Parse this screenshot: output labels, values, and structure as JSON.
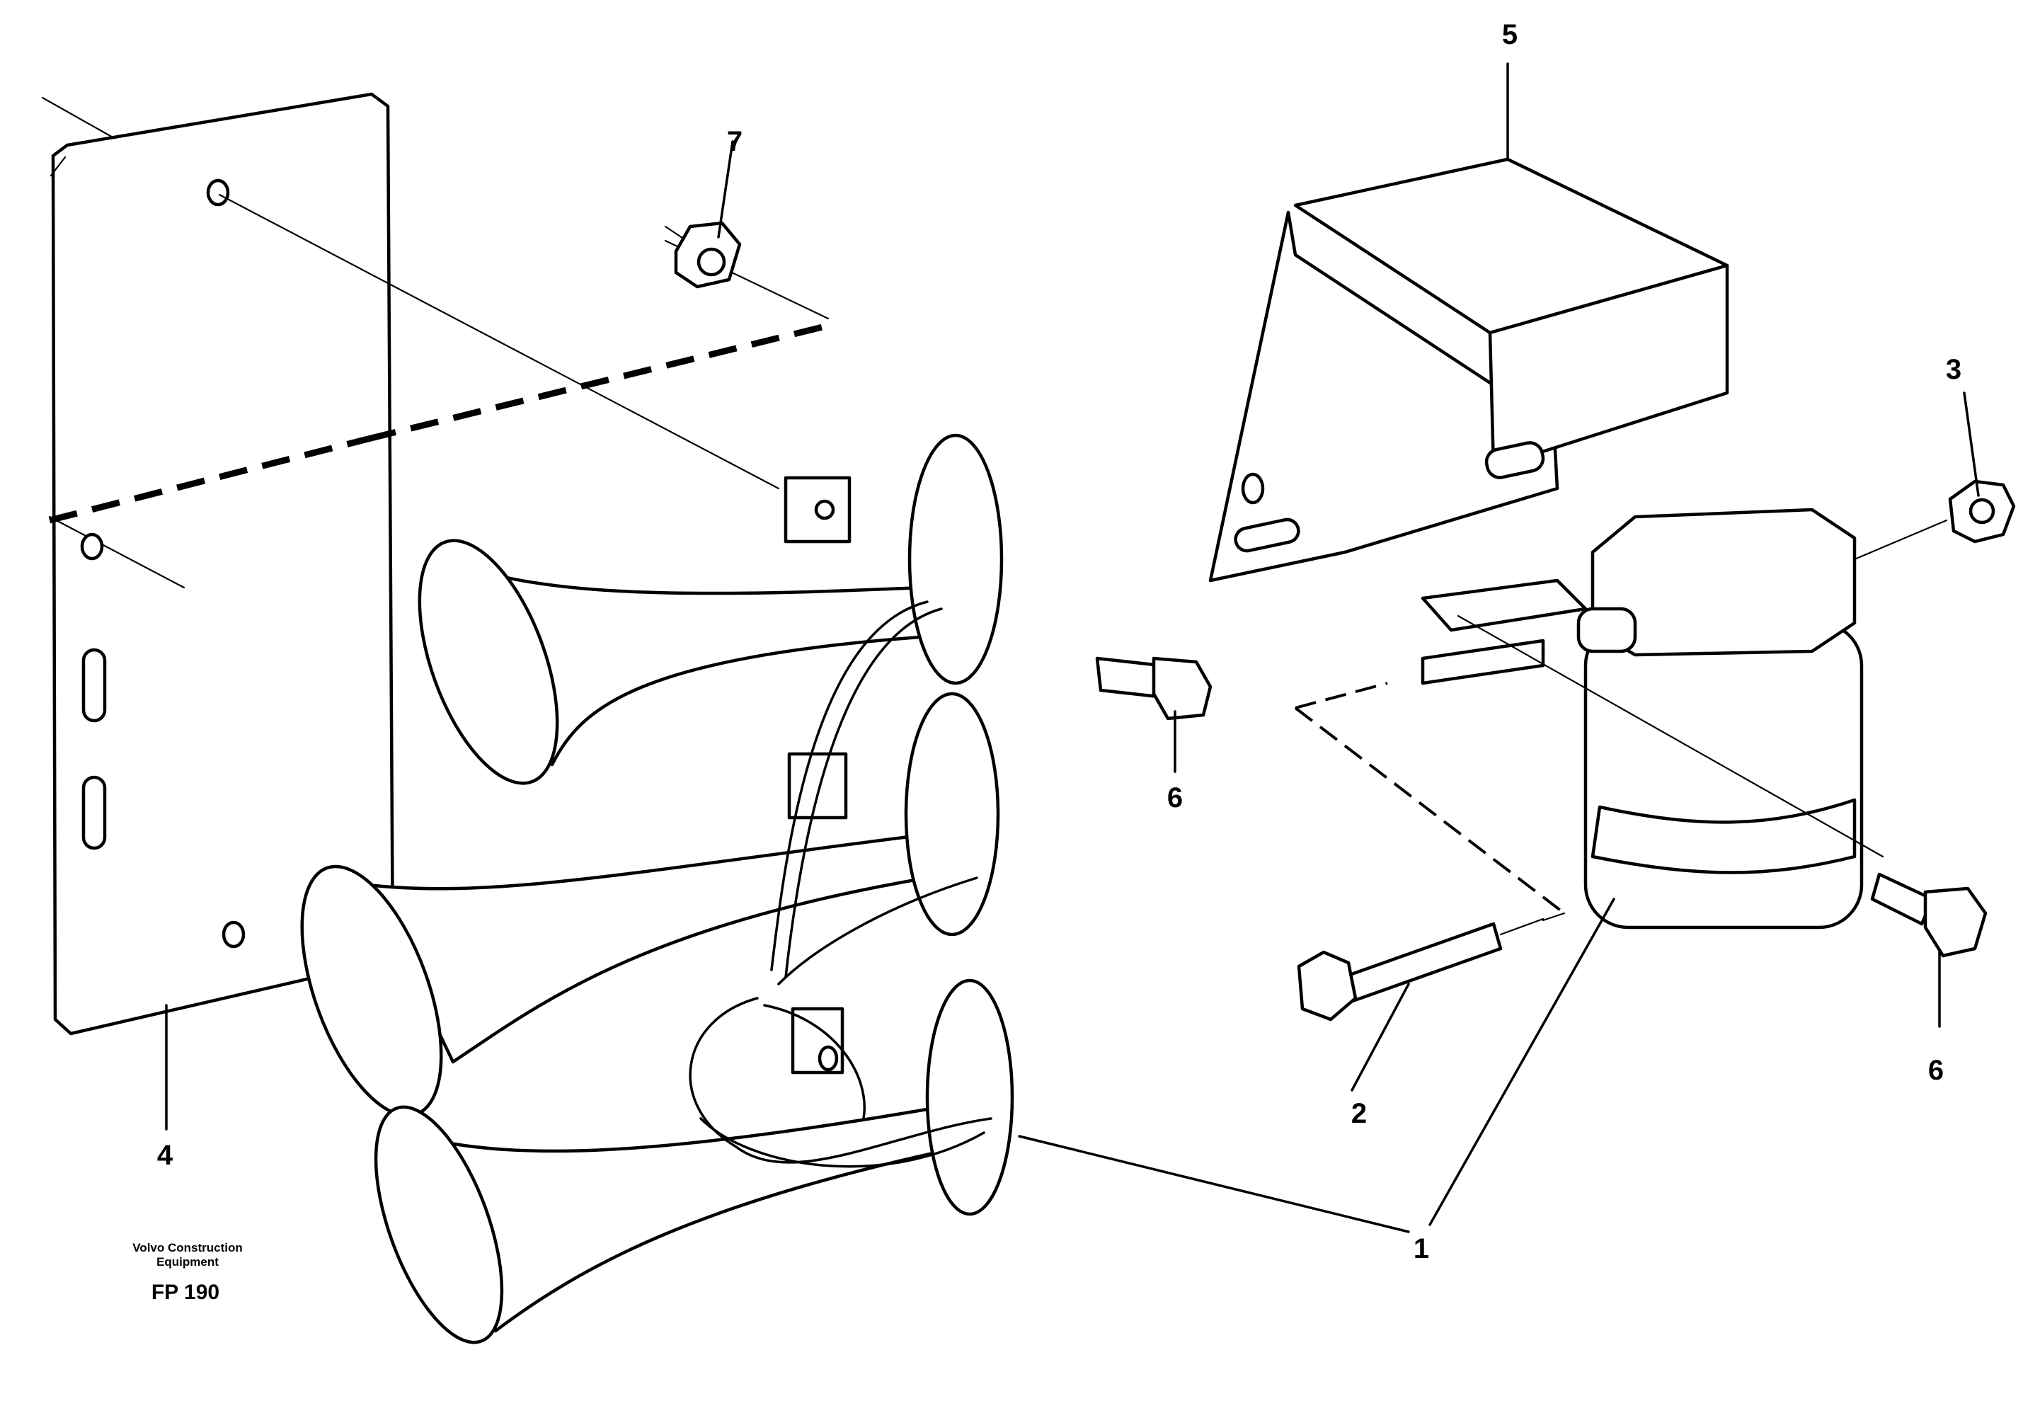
{
  "callouts": {
    "c1": "1",
    "c2": "2",
    "c3": "3",
    "c4": "4",
    "c5": "5",
    "c6a": "6",
    "c6b": "6",
    "c7": "7"
  },
  "caption": {
    "company_line1": "Volvo Construction",
    "company_line2": "Equipment",
    "figure_code": "FP 190"
  }
}
